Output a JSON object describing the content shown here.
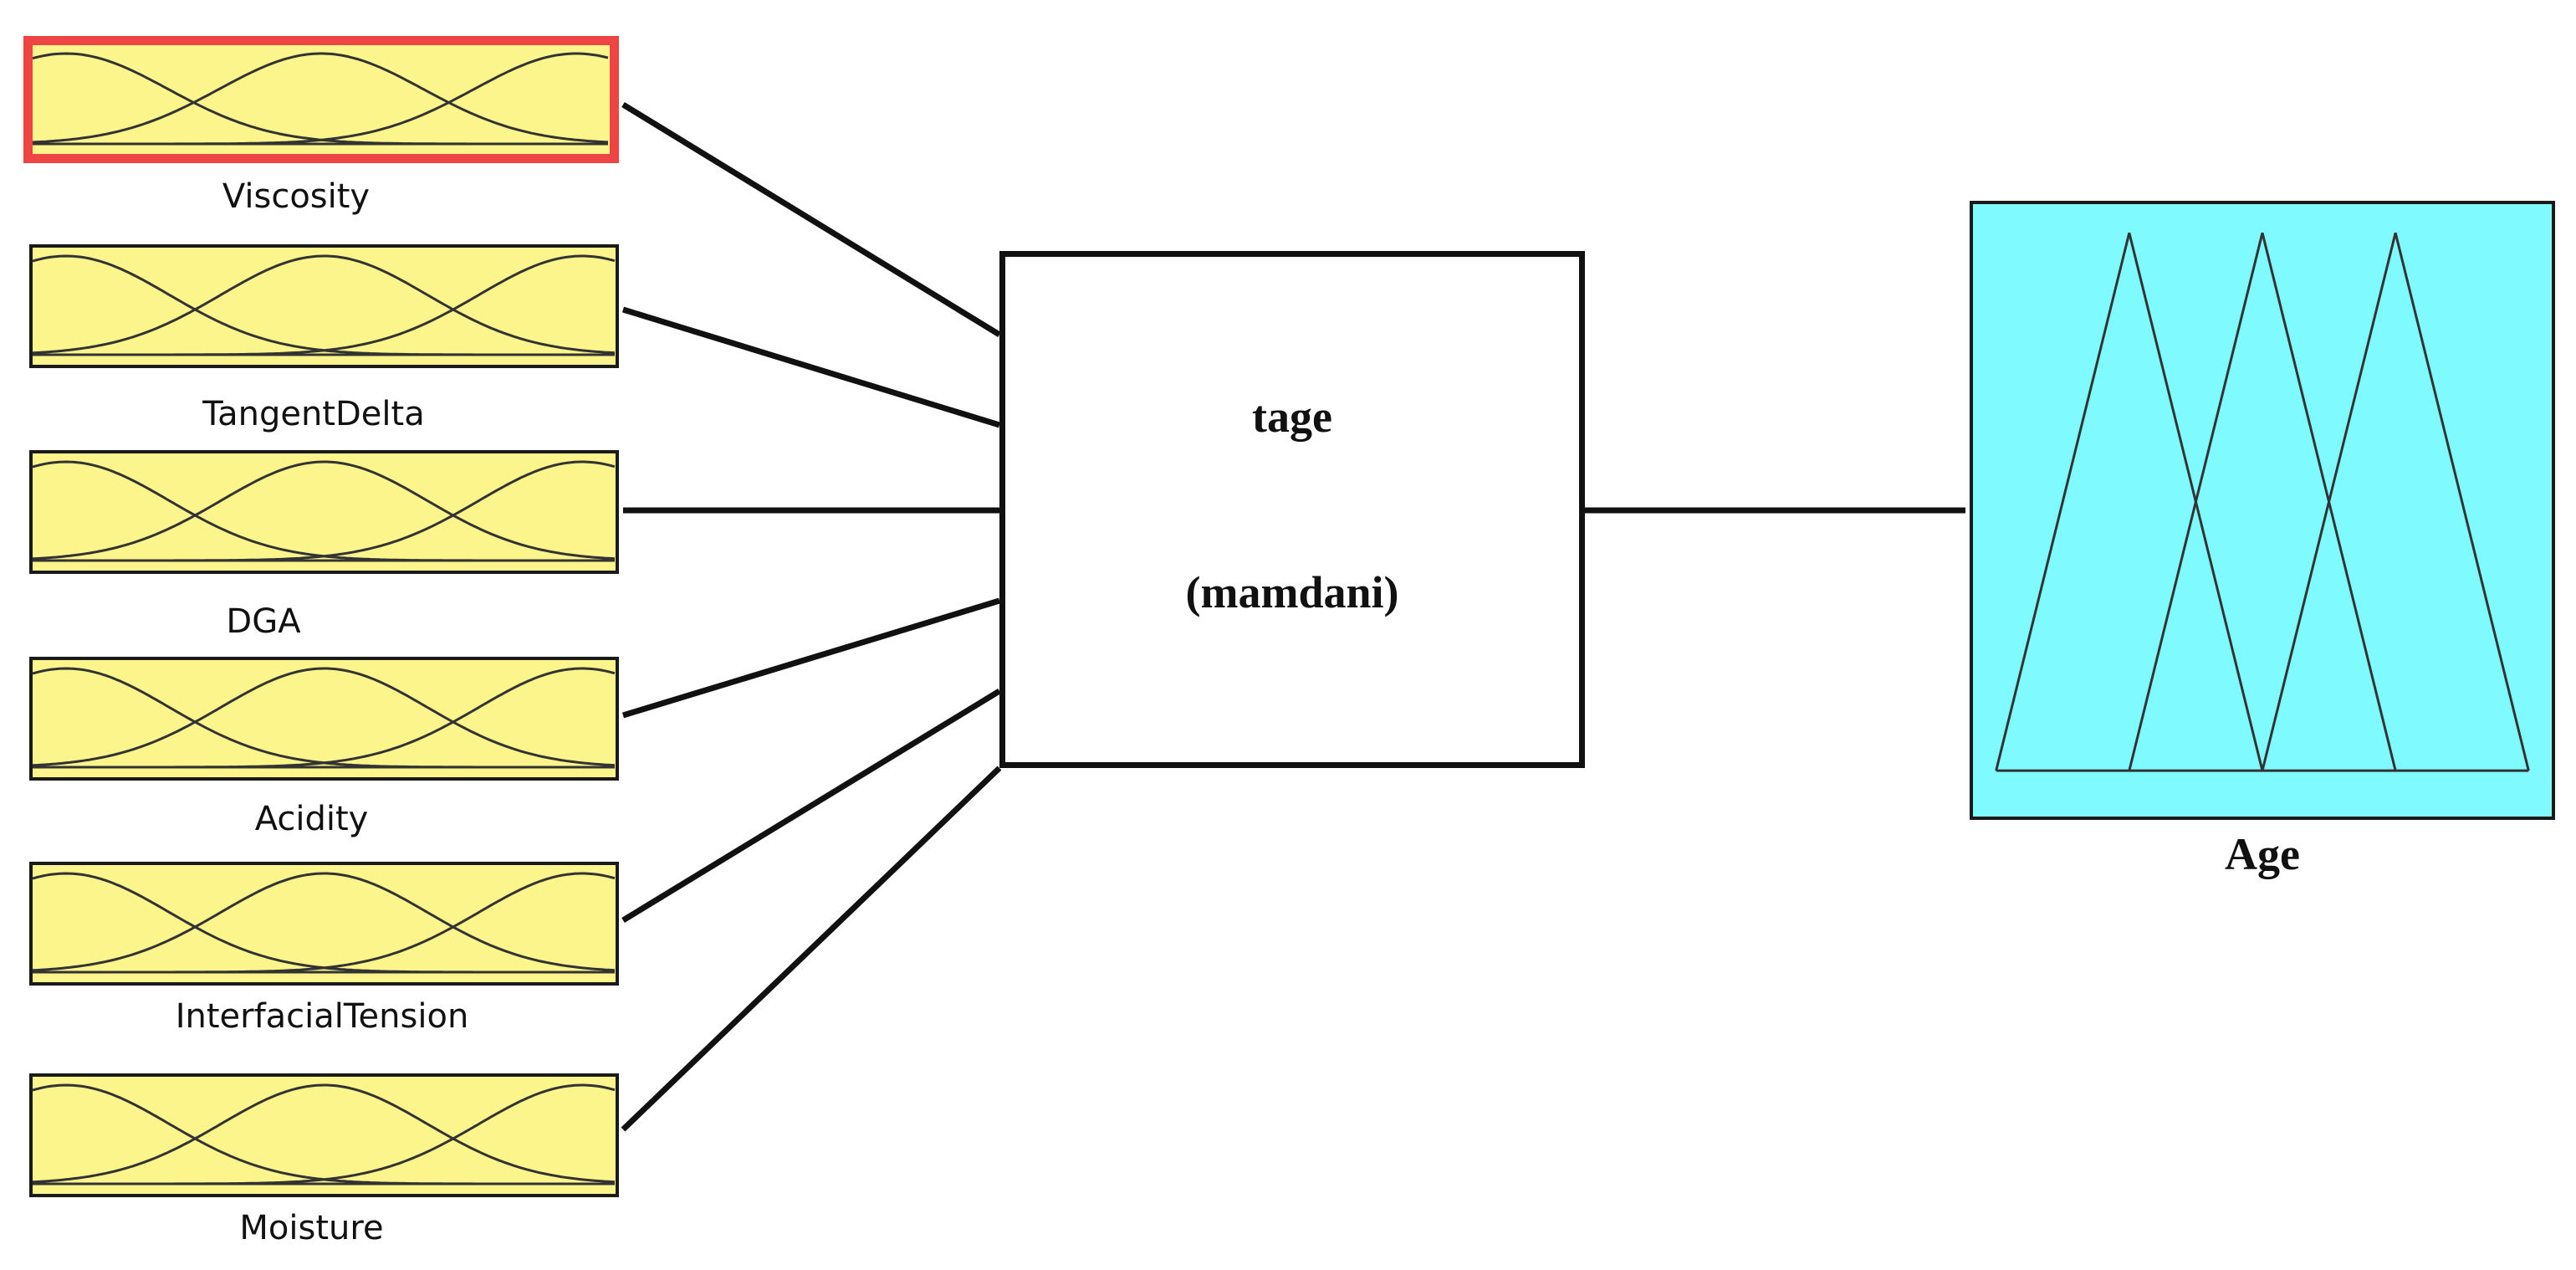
{
  "inputs": [
    {
      "label": "Viscosity",
      "selected": true
    },
    {
      "label": "TangentDelta",
      "selected": false
    },
    {
      "label": "DGA",
      "selected": false
    },
    {
      "label": "Acidity",
      "selected": false
    },
    {
      "label": "InterfacialTension",
      "selected": false
    },
    {
      "label": "Moisture",
      "selected": false
    }
  ],
  "system": {
    "name": "tage",
    "type": "(mamdani)"
  },
  "output": {
    "label": "Age"
  },
  "colors": {
    "input_fill": "#fbf58c",
    "output_fill": "#7ffaff",
    "selected_border": "#ee4444",
    "line": "#111111"
  }
}
